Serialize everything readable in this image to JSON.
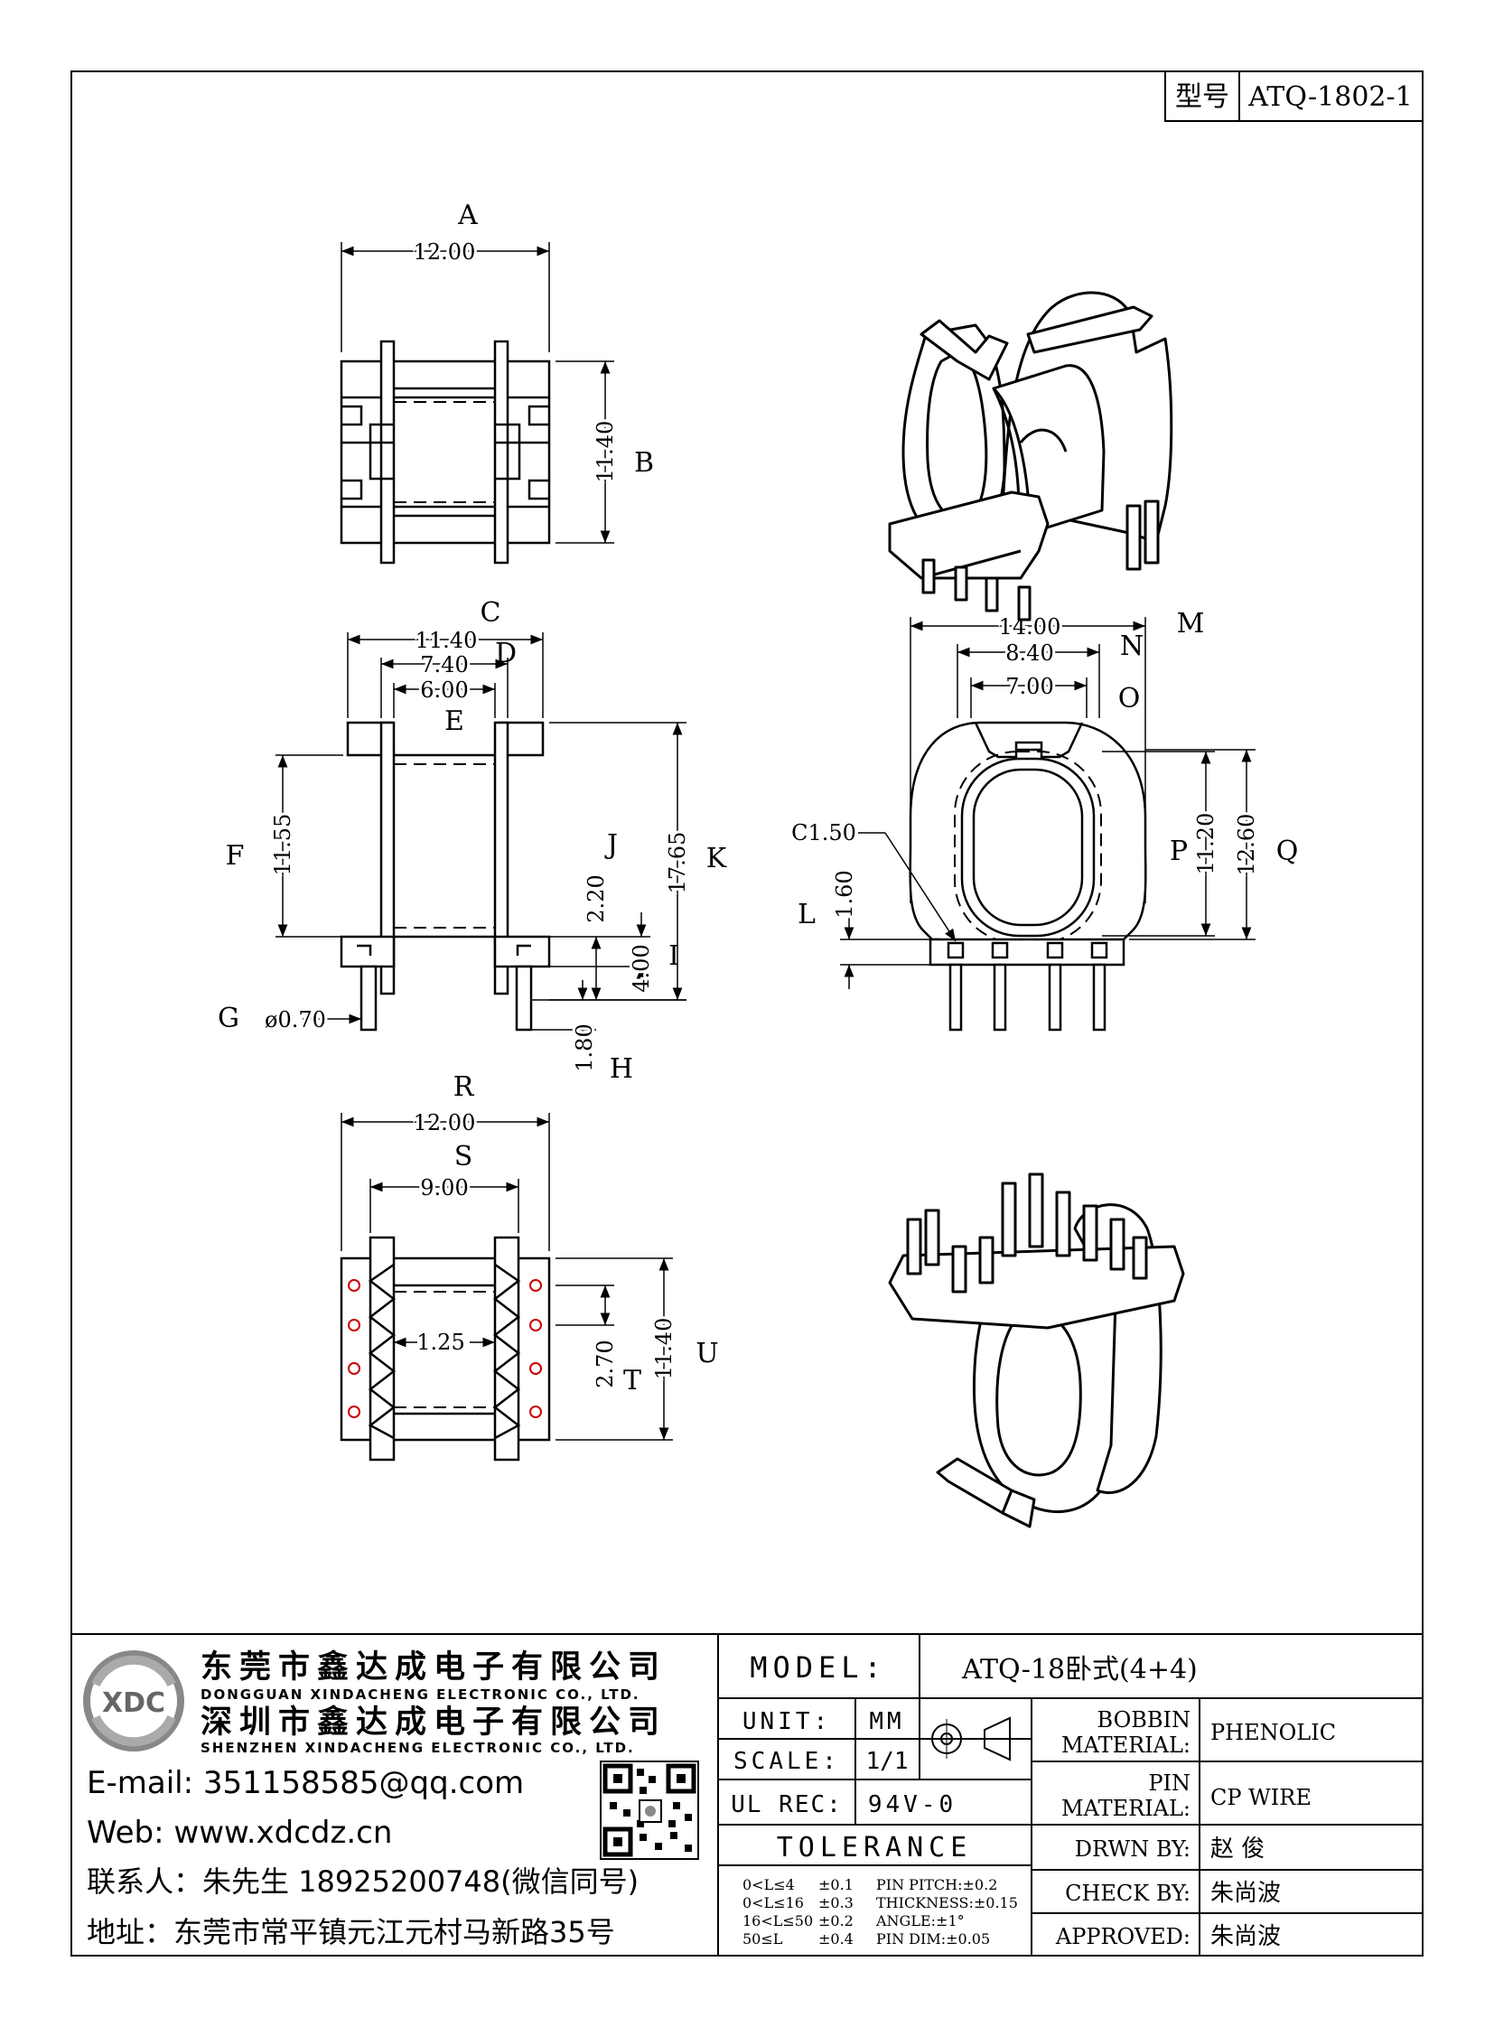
{
  "model_box": {
    "label": "型号",
    "value": "ATQ-1802-1"
  },
  "top_view": {
    "letter_a": "A",
    "dim_a": "12.00",
    "letter_b": "B",
    "dim_b": "11.40"
  },
  "side_view": {
    "letter_c": "C",
    "dim_c": "11.40",
    "letter_d": "D",
    "dim_d": "7.40",
    "dim_e": "6.00",
    "letter_e": "E",
    "letter_f": "F",
    "dim_f": "11.55",
    "letter_j": "J",
    "dim_j": "2.20",
    "letter_k": "K",
    "dim_k": "17.65",
    "letter_i": "I",
    "dim_i": "4.00",
    "letter_g": "G",
    "dim_g": "ø0.70",
    "dim_h": "1.80",
    "letter_h": "H"
  },
  "bottom_view": {
    "letter_r": "R",
    "dim_r": "12.00",
    "letter_s": "S",
    "dim_s": "9.00",
    "dim_pitch": "1.25",
    "dim_t": "2.70",
    "letter_t": "T",
    "dim_u": "11.40",
    "letter_u": "U"
  },
  "front_view": {
    "dim_m": "14.00",
    "letter_m": "M",
    "dim_n": "8.40",
    "letter_n": "N",
    "dim_o": "7.00",
    "letter_o": "O",
    "dim_chamfer": "C1.50",
    "letter_l": "L",
    "dim_l": "1.60",
    "letter_p": "P",
    "dim_p": "11.20",
    "dim_q": "12.60",
    "letter_q": "Q"
  },
  "company": {
    "name_dg": "东莞市鑫达成电子有限公司",
    "name_dg_en": "DONGGUAN XINDACHENG ELECTRONIC CO., LTD.",
    "name_sz": "深圳市鑫达成电子有限公司",
    "name_sz_en": "SHENZHEN XINDACHENG ELECTRONIC CO., LTD.",
    "email": "E-mail:  351158585@qq.com",
    "web": "Web:  www.xdcdz.cn",
    "contact": "联系人：朱先生 18925200748(微信同号)",
    "address": "地址：东莞市常平镇元江元村马新路35号",
    "logo_text": "XDC"
  },
  "title_block": {
    "model_label": "MODEL:",
    "model_value": "ATQ-18卧式(4+4)",
    "unit_label": "UNIT:",
    "unit_value": "MM",
    "scale_label": "SCALE:",
    "scale_value": "1/1",
    "ul_label": "UL REC:",
    "ul_value": "94V-0",
    "tolerance_label": "TOLERANCE",
    "tol_rows": [
      {
        "range": "0<L≤4",
        "tol": "±0.1",
        "extra": "PIN PITCH:±0.2"
      },
      {
        "range": "0<L≤16",
        "tol": "±0.3",
        "extra": "THICKNESS:±0.15"
      },
      {
        "range": "16<L≤50",
        "tol": "±0.2",
        "extra": "ANGLE:±1°"
      },
      {
        "range": "50≤L",
        "tol": "±0.4",
        "extra": "PIN DIM:±0.05"
      }
    ],
    "bobbin_label_1": "BOBBIN",
    "bobbin_label_2": "MATERIAL:",
    "bobbin_value": "PHENOLIC",
    "pin_label_1": "PIN",
    "pin_label_2": "MATERIAL:",
    "pin_value": "CP WIRE",
    "drawn_label": "DRWN BY:",
    "drawn_value": "赵  俊",
    "check_label": "CHECK BY:",
    "check_value": "朱尚波",
    "approved_label": "APPROVED:",
    "approved_value": "朱尚波"
  }
}
